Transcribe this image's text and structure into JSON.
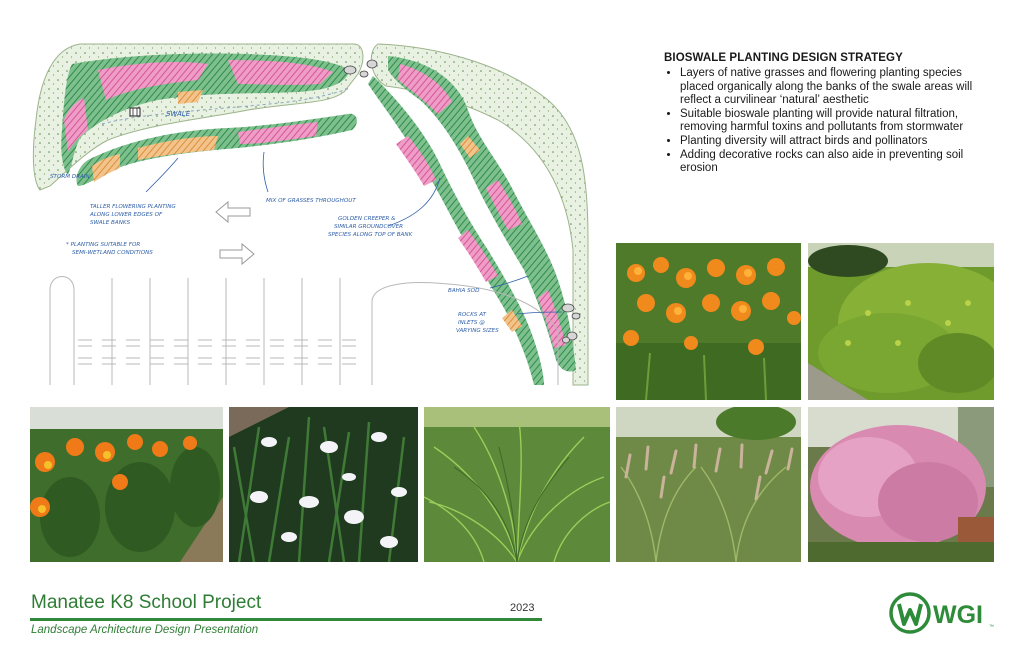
{
  "strategy": {
    "heading": "BIOSWALE PLANTING DESIGN STRATEGY",
    "bullets": [
      "Layers of native grasses and flowering planting species placed organically along the banks of the swale areas will reflect a curvilinear ‘natural’ aesthetic",
      "Suitable bioswale planting will provide natural filtration, removing harmful toxins and pollutants from stormwater",
      "Planting diversity will attract birds and pollinators",
      "Adding decorative rocks can also aide in preventing soil erosion"
    ]
  },
  "plan": {
    "labels": {
      "swale": "SWALE",
      "storm_drain": "STORM DRAIN",
      "taller_1": "TALLER FLOWERING PLANTING",
      "taller_2": "ALONG LOWER EDGES OF",
      "taller_3": "SWALE BANKS",
      "mix": "MIX OF GRASSES THROUGHOUT",
      "golden_1": "GOLDEN CREEPER &",
      "golden_2": "SIMILAR GROUNDCOVER",
      "golden_3": "SPECIES ALONG TOP OF BANK",
      "semi_1": "* PLANTING SUITABLE FOR",
      "semi_2": "SEMI-WETLAND CONDITIONS",
      "bahia": "BAHIA SOD",
      "rocks_1": "ROCKS AT",
      "rocks_2": "INLETS @",
      "rocks_3": "VARYING SIZES"
    }
  },
  "photos": [
    {
      "name": "orange-milkweed-photo",
      "subject": "orange milkweed flowers"
    },
    {
      "name": "groundcover-shrub-photo",
      "subject": "yellow-green groundcover shrub"
    },
    {
      "name": "canna-lily-photo",
      "subject": "orange canna lilies"
    },
    {
      "name": "white-iris-photo",
      "subject": "white iris flowers"
    },
    {
      "name": "green-grass-photo",
      "subject": "green ornamental grass"
    },
    {
      "name": "fountain-grass-photo",
      "subject": "fountain grass with plumes"
    },
    {
      "name": "pink-muhly-grass-photo",
      "subject": "pink muhly grass"
    }
  ],
  "footer": {
    "title": "Manatee K8 School Project",
    "year": "2023",
    "subtitle": "Landscape Architecture Design Presentation"
  },
  "logo": {
    "text": "WGI",
    "mark": "™",
    "color": "#2e8b3a"
  },
  "colors": {
    "accent": "#2f8a3a",
    "planting_pink": "#d9609f",
    "planting_green": "#3b9a55",
    "planting_orange": "#e09a42",
    "annotation_blue": "#2f5fa8"
  }
}
